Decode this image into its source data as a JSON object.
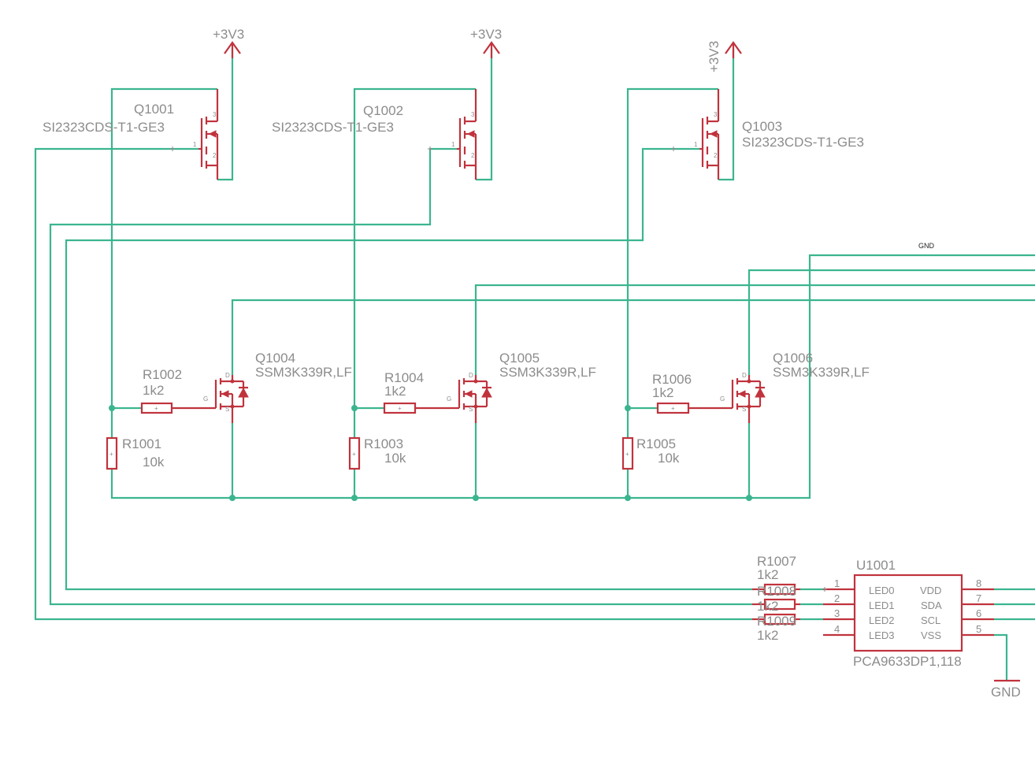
{
  "colors": {
    "wire": "#3bb58f",
    "part": "#c0333d",
    "label": "#8c8c8c"
  },
  "supplies": [
    "+3V3",
    "+3V3",
    "+3V3"
  ],
  "gnd_net_label": "GND",
  "gnd_symbol_label": "GND",
  "pmos": [
    {
      "ref": "Q1001",
      "value": "SI2323CDS-T1-GE3",
      "pin_gate": "1",
      "pin_source": "3",
      "pin_drain": "2"
    },
    {
      "ref": "Q1002",
      "value": "SI2323CDS-T1-GE3",
      "pin_gate": "1",
      "pin_source": "3",
      "pin_drain": "2"
    },
    {
      "ref": "Q1003",
      "value": "SI2323CDS-T1-GE3",
      "pin_gate": "1",
      "pin_source": "3",
      "pin_drain": "2"
    }
  ],
  "nmos": [
    {
      "ref": "Q1004",
      "value": "SSM3K339R,LF",
      "pin_d": "D",
      "pin_g": "G",
      "pin_s": "S"
    },
    {
      "ref": "Q1005",
      "value": "SSM3K339R,LF",
      "pin_d": "D",
      "pin_g": "G",
      "pin_s": "S"
    },
    {
      "ref": "Q1006",
      "value": "SSM3K339R,LF",
      "pin_d": "D",
      "pin_g": "G",
      "pin_s": "S"
    }
  ],
  "gate_resistors": [
    {
      "ref": "R1002",
      "value": "1k2"
    },
    {
      "ref": "R1004",
      "value": "1k2"
    },
    {
      "ref": "R1006",
      "value": "1k2"
    }
  ],
  "pull_resistors": [
    {
      "ref": "R1001",
      "value": "10k"
    },
    {
      "ref": "R1003",
      "value": "10k"
    },
    {
      "ref": "R1005",
      "value": "10k"
    }
  ],
  "series_resistors": [
    {
      "ref": "R1007",
      "value": "1k2"
    },
    {
      "ref": "R1008",
      "value": "1k2"
    },
    {
      "ref": "R1009",
      "value": "1k2"
    }
  ],
  "ic": {
    "ref": "U1001",
    "value": "PCA9633DP1,118",
    "left_pins": [
      {
        "num": "1",
        "name": "LED0"
      },
      {
        "num": "2",
        "name": "LED1"
      },
      {
        "num": "3",
        "name": "LED2"
      },
      {
        "num": "4",
        "name": "LED3"
      }
    ],
    "right_pins": [
      {
        "num": "8",
        "name": "VDD"
      },
      {
        "num": "7",
        "name": "SDA"
      },
      {
        "num": "6",
        "name": "SCL"
      },
      {
        "num": "5",
        "name": "VSS"
      }
    ]
  }
}
